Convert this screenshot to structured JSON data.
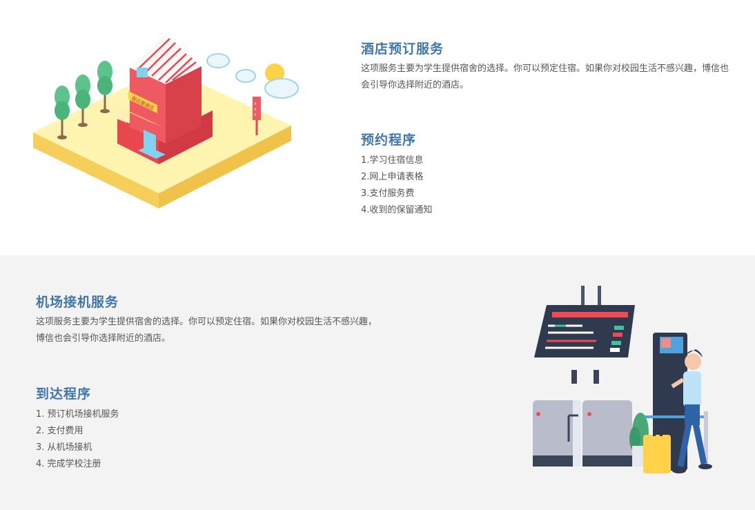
{
  "hotel": {
    "title": "酒店预订服务",
    "description": "这项服务主要为学生提供宿舍的选择。你可以预定住宿。如果你对校园生活不感兴趣，博信也会引导你选择附近的酒店。",
    "procedure_title": "预约程序",
    "steps": [
      "1.学习住宿信息",
      "2.网上申请表格",
      "3.支付服务费",
      "4.收到的保留通知"
    ],
    "sign_text": "假日里酒店",
    "post_text": "XXX"
  },
  "airport": {
    "title": "机场接机服务",
    "description_line1": "这项服务主要为学生提供宿舍的选择。你可以预定住宿。如果你对校园生活不感兴趣，",
    "description_line2": "博信也会引导你选择附近的酒店。",
    "procedure_title": "到达程序",
    "steps": [
      "1.  预订机场接机服务",
      "2.  支付费用",
      "3.  从机场接机",
      "4.  完成学校注册"
    ]
  },
  "colors": {
    "accent": "#3f77ab",
    "text": "#555555",
    "bottom_bg": "#f4f3f4"
  }
}
